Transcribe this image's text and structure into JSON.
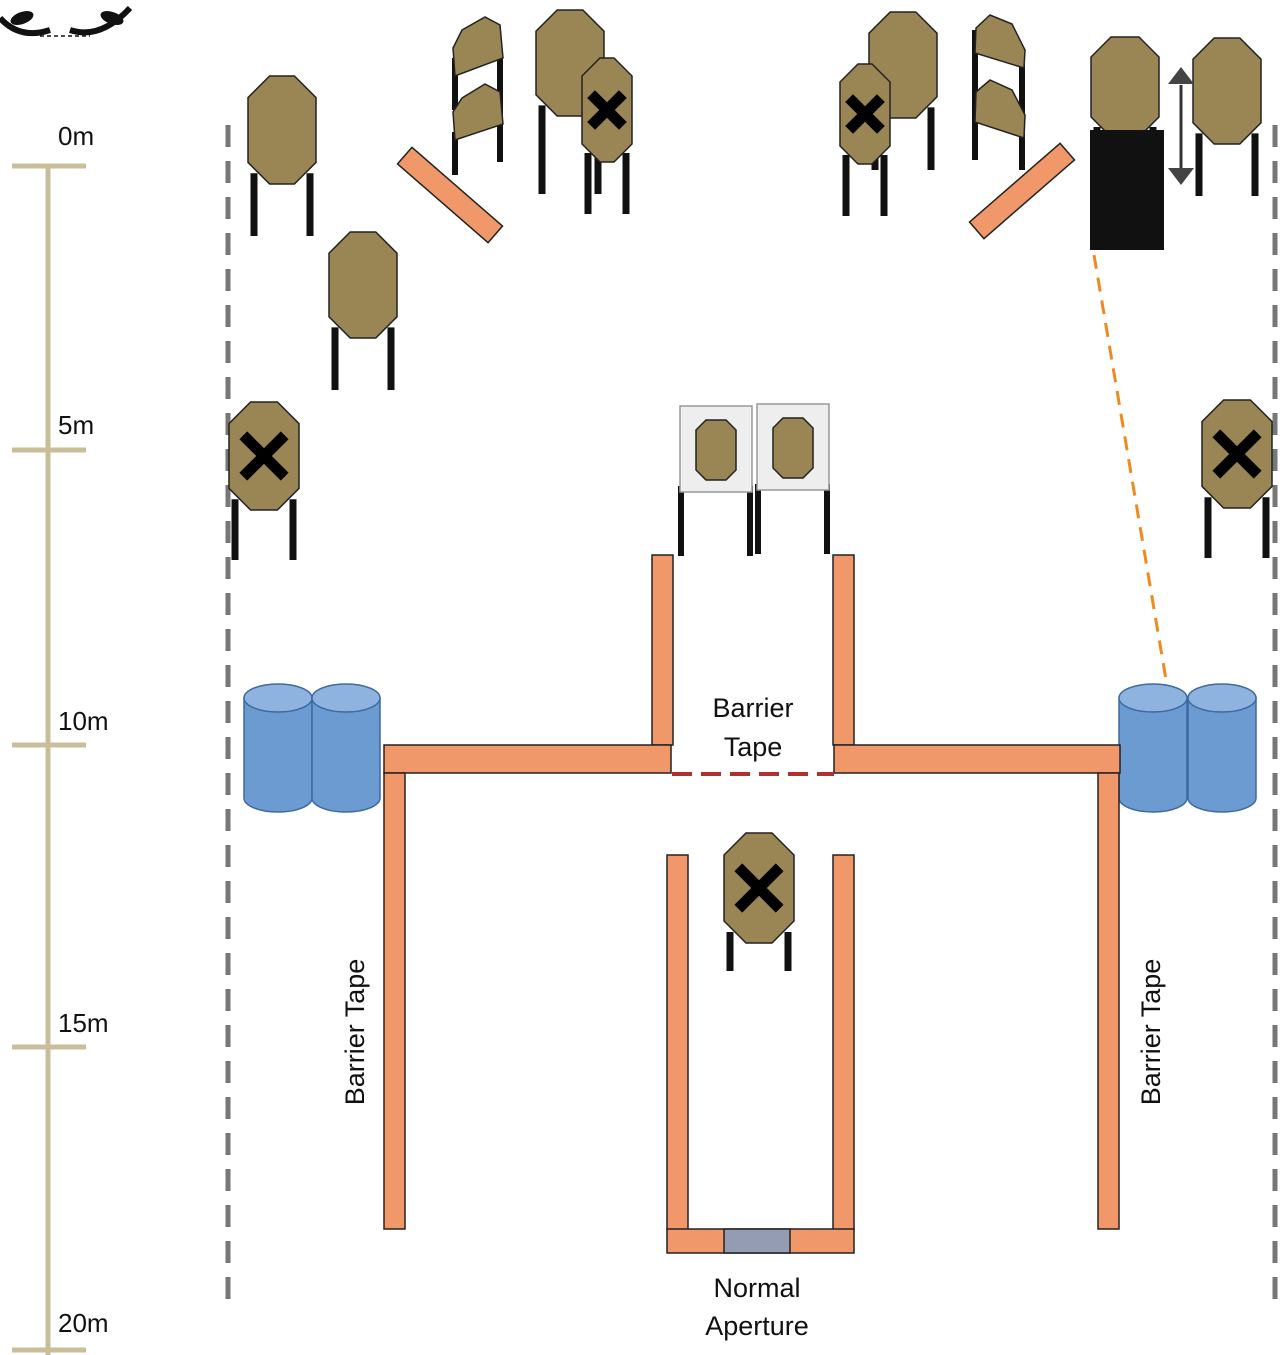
{
  "colors": {
    "target": "#9a8655",
    "wall": "#f0986a",
    "barrel": "#6b9bd1",
    "barrel_top": "#8fb3df",
    "scale": "#c8bf9a",
    "fault_line": "#777777",
    "barrier_tape": "#b03030",
    "sight_line": "#f08a20",
    "aperture": "#939cb2",
    "no_shoot_frame": "#eeeeee",
    "cover": "#111111"
  },
  "scale": {
    "ticks": [
      "0m",
      "5m",
      "10m",
      "15m",
      "20m"
    ]
  },
  "labels": {
    "barrier_tape_center": [
      "Barrier",
      "Tape"
    ],
    "barrier_tape_left": "Barrier Tape",
    "barrier_tape_right": "Barrier Tape",
    "normal_aperture": [
      "Normal",
      "Aperture"
    ]
  },
  "icons": {
    "logo": "laurel-wreath-logo",
    "penalty_mark": "x-mark-icon",
    "mover": "double-arrow-icon"
  }
}
